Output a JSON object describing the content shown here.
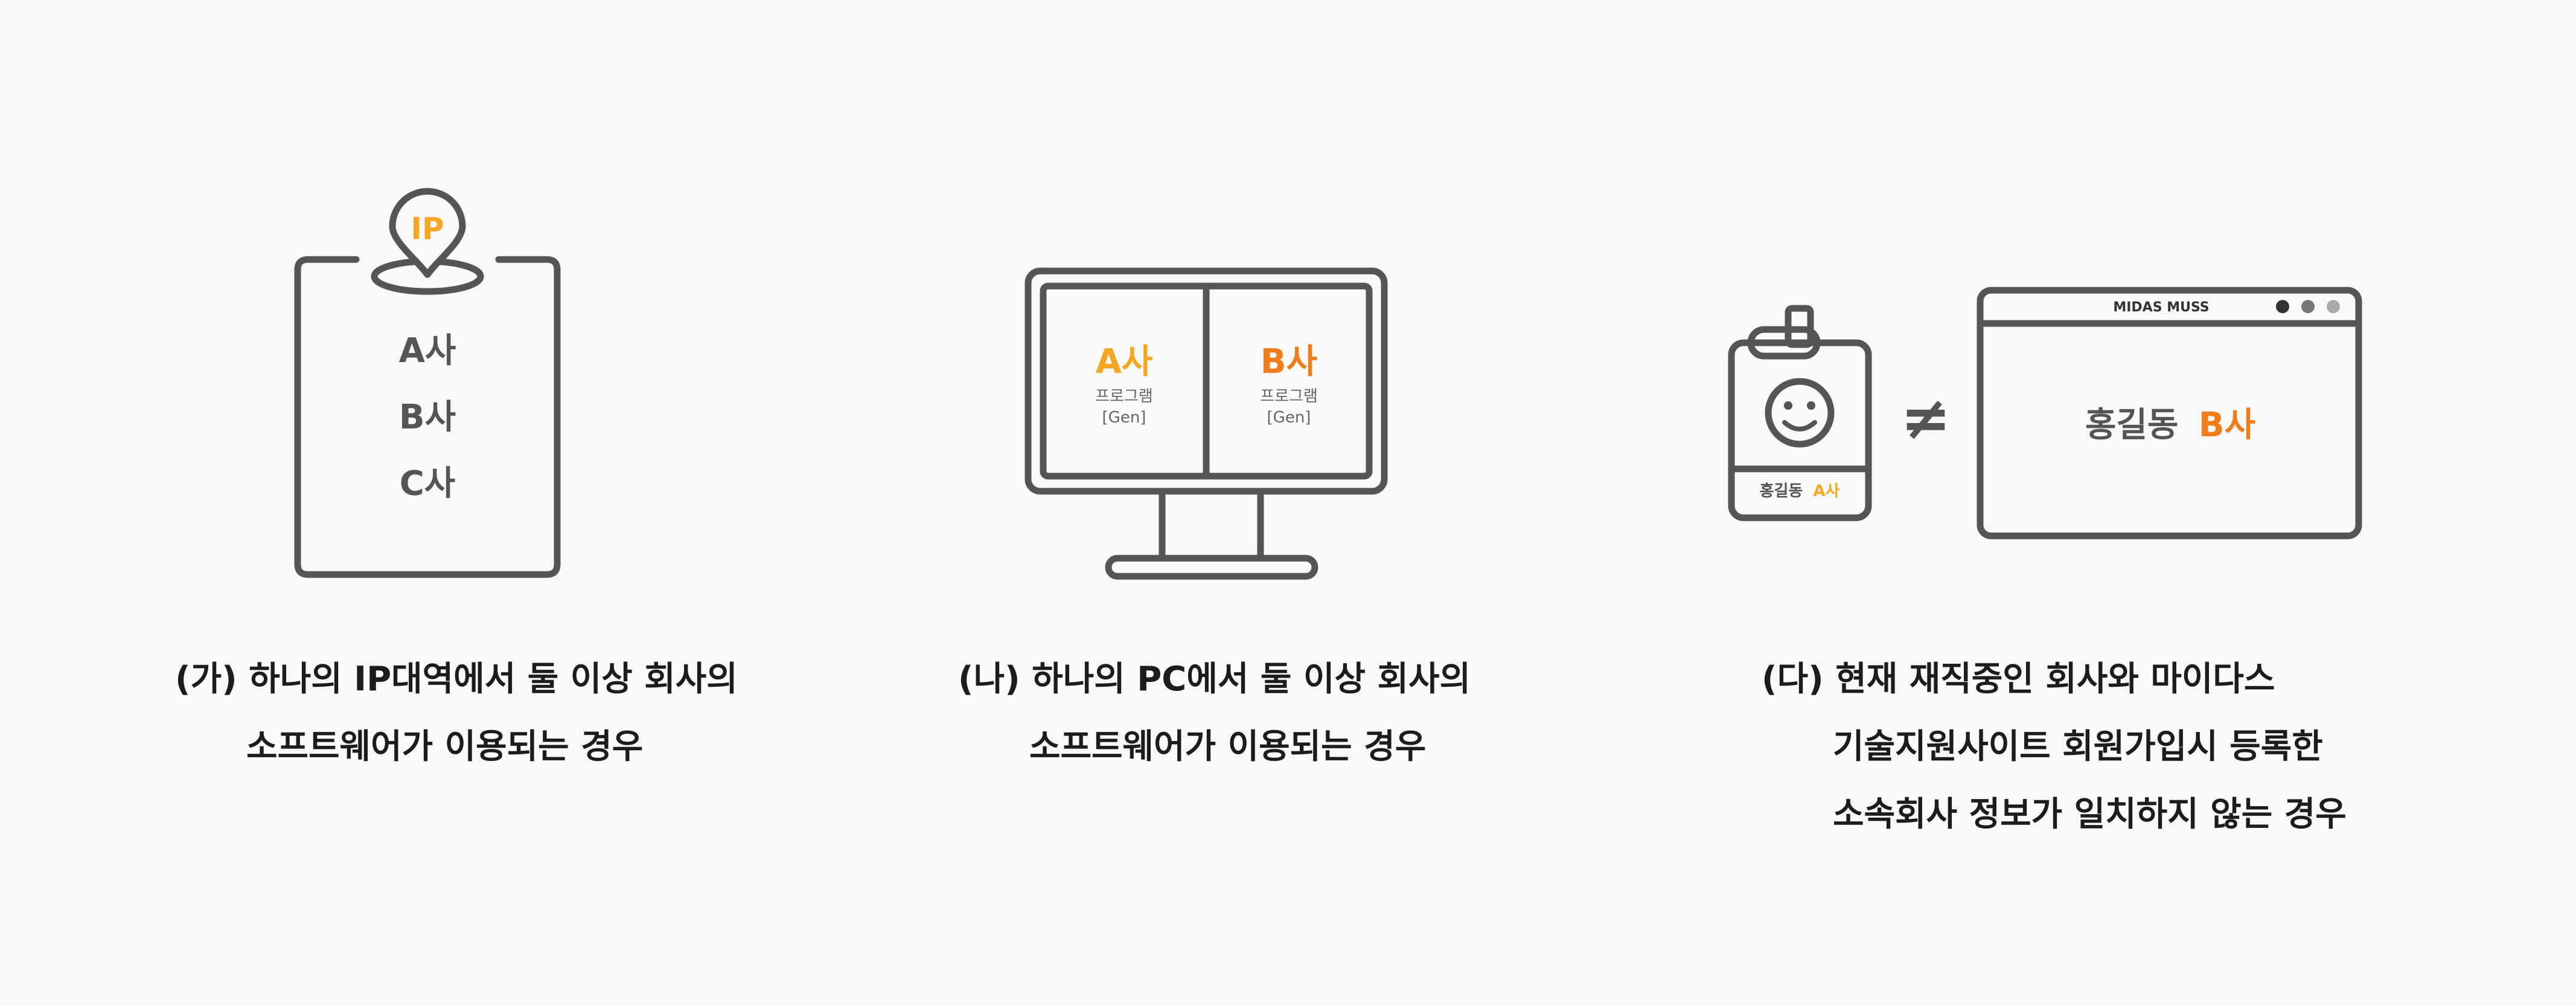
{
  "panel_a": {
    "pin_label": "IP",
    "companies": [
      "A사",
      "B사",
      "C사"
    ],
    "caption_lines": [
      "(가) 하나의 IP대역에서 둘 이상 회사의",
      "소프트웨어가 이용되는 경우"
    ]
  },
  "panel_b": {
    "left": {
      "title": "A사",
      "sub1": "프로그램",
      "sub2": "[Gen]"
    },
    "right": {
      "title": "B사",
      "sub1": "프로그램",
      "sub2": "[Gen]"
    },
    "caption_lines": [
      "(나) 하나의 PC에서 둘 이상 회사의",
      "소프트웨어가 이용되는 경우"
    ]
  },
  "panel_c": {
    "badge_name": "홍길동",
    "badge_company": "A사",
    "not_equal": "≠",
    "browser_title": "MIDAS MUSS",
    "browser_name": "홍길동",
    "browser_company": "B사",
    "caption_lines": [
      "(다) 현재 재직중인 회사와 마이다스",
      "기술지원사이트 회원가입시 등록한",
      "소속회사 정보가 일치하지 않는 경우"
    ]
  },
  "colors": {
    "stroke": "#555555",
    "orange": "#f5a623",
    "orange_dark": "#f07c1a",
    "background": "#f9f9f9"
  }
}
